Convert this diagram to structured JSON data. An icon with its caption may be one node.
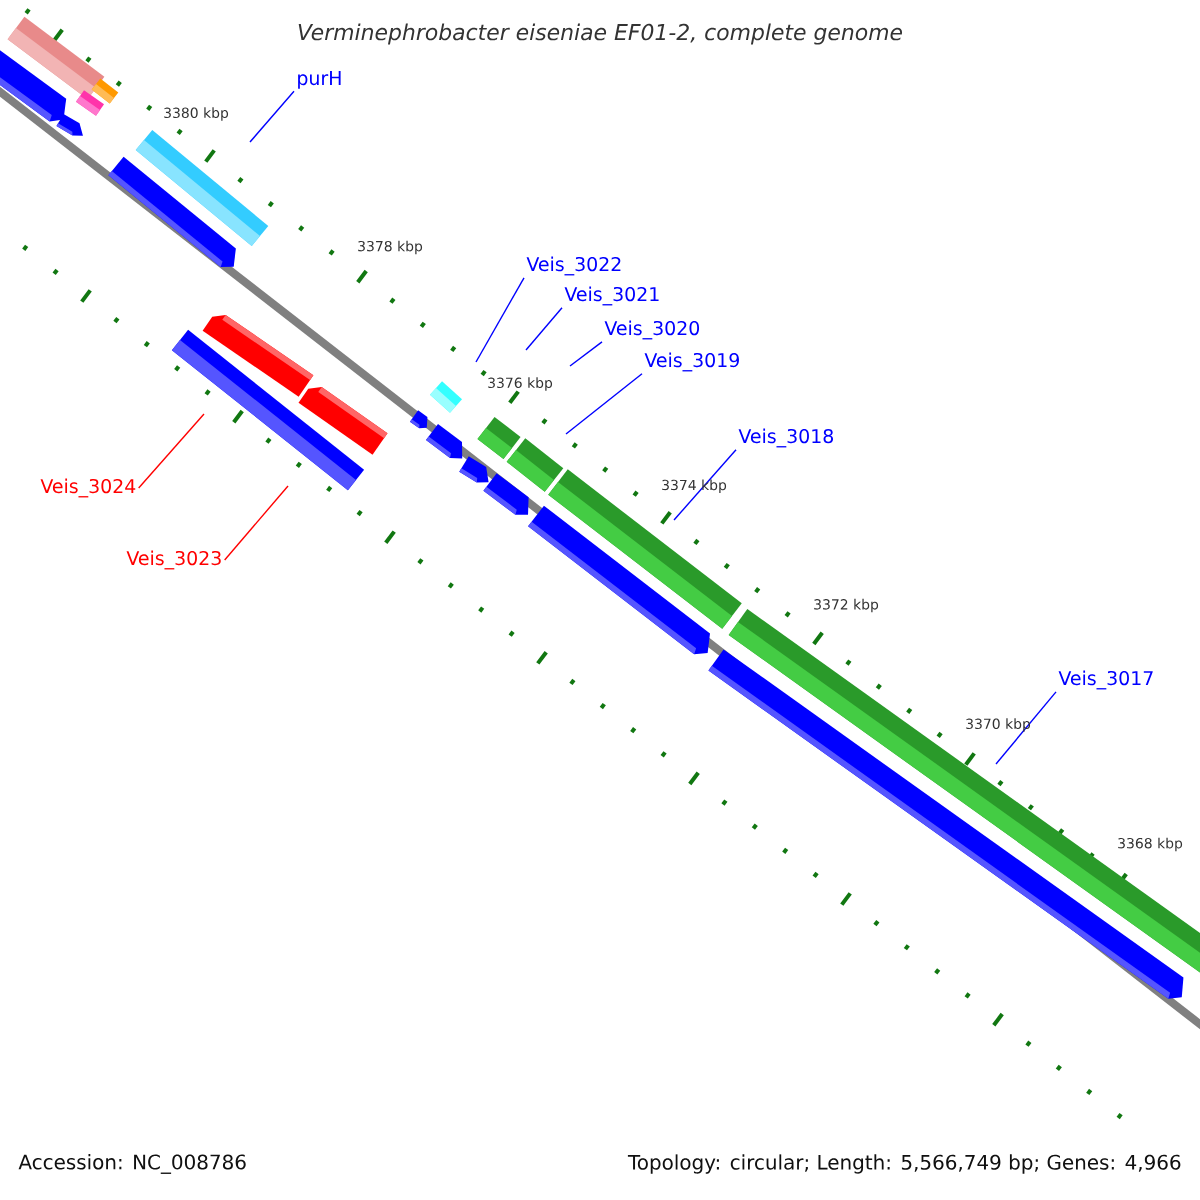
{
  "diagram": {
    "title": "Verminephrobacter eiseniae EF01-2, complete genome",
    "nodes": [
      {
        "text": [
          "purH"
        ]
      },
      {
        "text": [
          "Veis_3022"
        ]
      },
      {
        "text": [
          "Veis_3021"
        ]
      },
      {
        "text": [
          "Veis_3020"
        ]
      },
      {
        "text": [
          "Veis_3019"
        ]
      },
      {
        "text": [
          "Veis_3018"
        ]
      },
      {
        "text": [
          "Veis_3017"
        ]
      },
      {
        "text": [
          "Veis_3024"
        ]
      },
      {
        "text": [
          "Veis_3023"
        ]
      }
    ],
    "edges": [
      {
        "from": 0,
        "to": null,
        "arrow": "none"
      },
      {
        "from": 1,
        "to": null,
        "arrow": "none"
      },
      {
        "from": 2,
        "to": null,
        "arrow": "none"
      },
      {
        "from": 3,
        "to": null,
        "arrow": "none"
      },
      {
        "from": 4,
        "to": null,
        "arrow": "none"
      },
      {
        "from": 5,
        "to": null,
        "arrow": "none"
      },
      {
        "from": 6,
        "to": null,
        "arrow": "none"
      },
      {
        "from": 7,
        "to": null,
        "arrow": "none",
        "color": "#ff0000"
      },
      {
        "from": 8,
        "to": null,
        "arrow": "none",
        "color": "#ff0000"
      }
    ],
    "labels": [
      "3380 kbp",
      "3378 kbp",
      "3376 kbp",
      "3374 kbp",
      "3372 kbp",
      "3370 kbp",
      "3368 kbp",
      "Accession: NC_008786",
      "Topology: circular; Length: 5,566,749 bp; Genes: 4,966"
    ]
  }
}
